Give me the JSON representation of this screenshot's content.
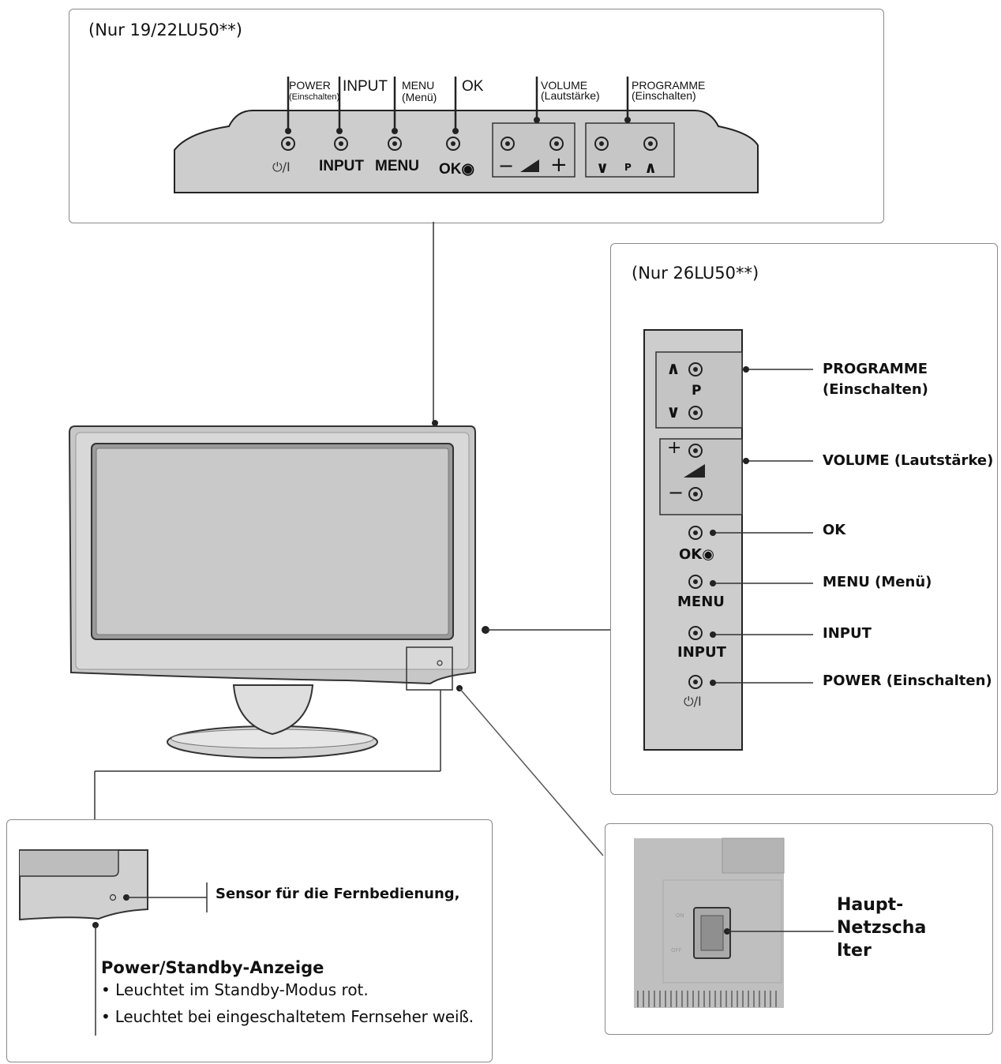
{
  "top_panel": {
    "note": "(Nur 19/22LU50**)",
    "labels": {
      "power": "POWER",
      "power_sub": "(Einschalten)",
      "input": "INPUT",
      "menu": "MENU",
      "menu_sub": "(Menü)",
      "ok": "OK",
      "volume": "VOLUME",
      "volume_sub": "(Lautstärke)",
      "programme": "PROGRAMME",
      "programme_sub": "(Einschalten)"
    },
    "buttons": {
      "power": "⏻/I",
      "input": "INPUT",
      "menu": "MENU",
      "ok": "OK◉",
      "vol_minus": "−",
      "vol_plus": "+",
      "prog_down": "∨",
      "prog_p": "P",
      "prog_up": "∧"
    }
  },
  "side_panel": {
    "note": "(Nur 26LU50**)",
    "buttons": {
      "prog_up": "∧",
      "prog_p": "P",
      "prog_down": "∨",
      "vol_plus": "+",
      "vol_minus": "−",
      "ok": "OK◉",
      "menu": "MENU",
      "input": "INPUT",
      "power": "⏻/I"
    },
    "callouts": {
      "programme": "PROGRAMME",
      "programme_sub": "(Einschalten)",
      "volume": "VOLUME (Lautstärke)",
      "ok": "OK",
      "menu": "MENU (Menü)",
      "input": "INPUT",
      "power": "POWER (Einschalten)"
    }
  },
  "sensor_panel": {
    "sensor_label": "Sensor für die Fernbedienung,",
    "indicator_title": "Power/Standby-Anzeige",
    "bullets": [
      "• Leuchtet im Standby-Modus rot.",
      "• Leuchtet bei eingeschaltetem Fernseher weiß."
    ]
  },
  "switch_panel": {
    "label_lines": [
      "Haupt-",
      "Netzscha",
      "lter"
    ]
  },
  "colors": {
    "panel_gray": "#cdcdcd",
    "frame_gray": "#b9b9b9",
    "line": "#333333",
    "box_border": "#8a8a8a"
  }
}
